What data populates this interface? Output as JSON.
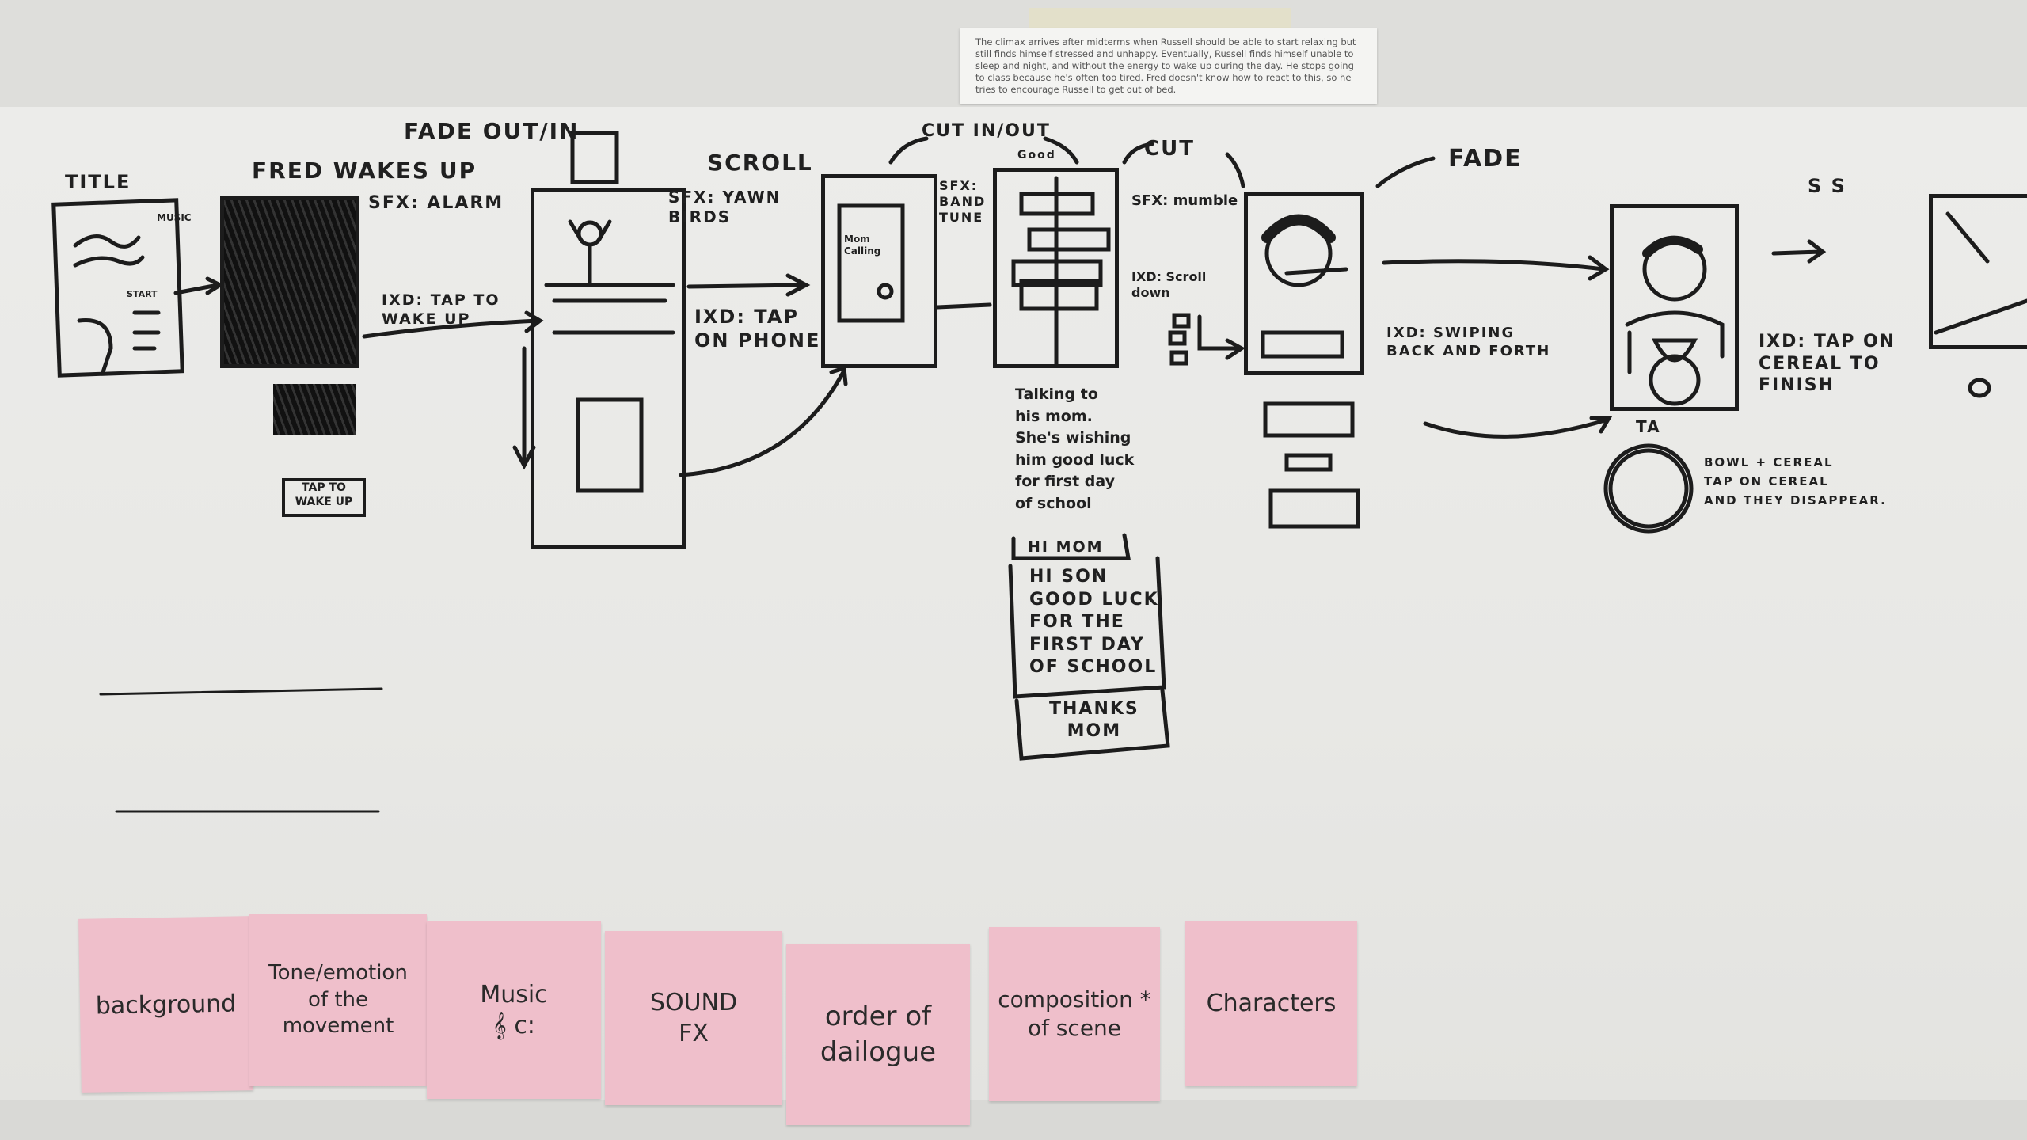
{
  "note": {
    "text": "The climax arrives after midterms when Russell should be able to start relaxing but still finds himself stressed and unhappy. Eventually, Russell finds himself unable to sleep and night, and without the energy to wake up during the day. He stops going to class because he's often too tired. Fred doesn't know how to react to this, so he tries to encourage Russell to get out of bed."
  },
  "storyboard": {
    "title_label": "TITLE",
    "music_label": "MUSIC",
    "start_label": "START",
    "fred_wakes_up": "FRED WAKES UP",
    "fade_out_in": "FADE OUT/IN",
    "sfx_alarm": "SFX: ALARM",
    "ixd_tap_wake": "IXD: TAP TO\nWAKE UP",
    "tap_to_wake_box": "TAP TO\nWAKE UP",
    "scroll": "SCROLL",
    "sfx_yawn": "SFX: YAWN\nBIRDS",
    "ixd_tap_phone": "IXD: TAP\nON PHONE",
    "mom_calling": "Mom\nCalling",
    "cut_in_out": "CUT IN/OUT",
    "good": "Good",
    "sfx_band": "SFX:\nBAND\nTUNE",
    "talking_note": "Talking to\nhis mom.\nShe's wishing\nhim good luck\nfor first day\nof school",
    "dialogue": [
      "HI MOM",
      "HI SON\nGOOD LUCK\nFOR THE\nFIRST DAY\nOF SCHOOL",
      "THANKS\nMOM"
    ],
    "cut": "CUT",
    "sfx_mumble": "SFX: mumble",
    "ixd_scroll_down": "IXD: Scroll\ndown",
    "fade": "FADE",
    "ixd_swiping": "IXD: SWIPING\nBACK AND FORTH",
    "ta": "TA",
    "bowl_note": "BOWL + CEREAL\nTAP ON CEREAL\nAND THEY DISAPPEAR.",
    "ss": "S S",
    "ixd_tap_cereal": "IXD: TAP ON\nCEREAL TO\nFINISH",
    "o_mark": "O"
  },
  "stickies": [
    {
      "label": "background"
    },
    {
      "label": "Tone/emotion\nof the movement"
    },
    {
      "label": "Music\n𝄞 c:"
    },
    {
      "label": "SOUND\nFX"
    },
    {
      "label": "order of\ndailogue"
    },
    {
      "label": "composition *\nof scene"
    },
    {
      "label": "Characters"
    }
  ],
  "colors": {
    "sticky": "#efbfcb",
    "paper": "#ececea",
    "ink": "#1e1e1e"
  }
}
